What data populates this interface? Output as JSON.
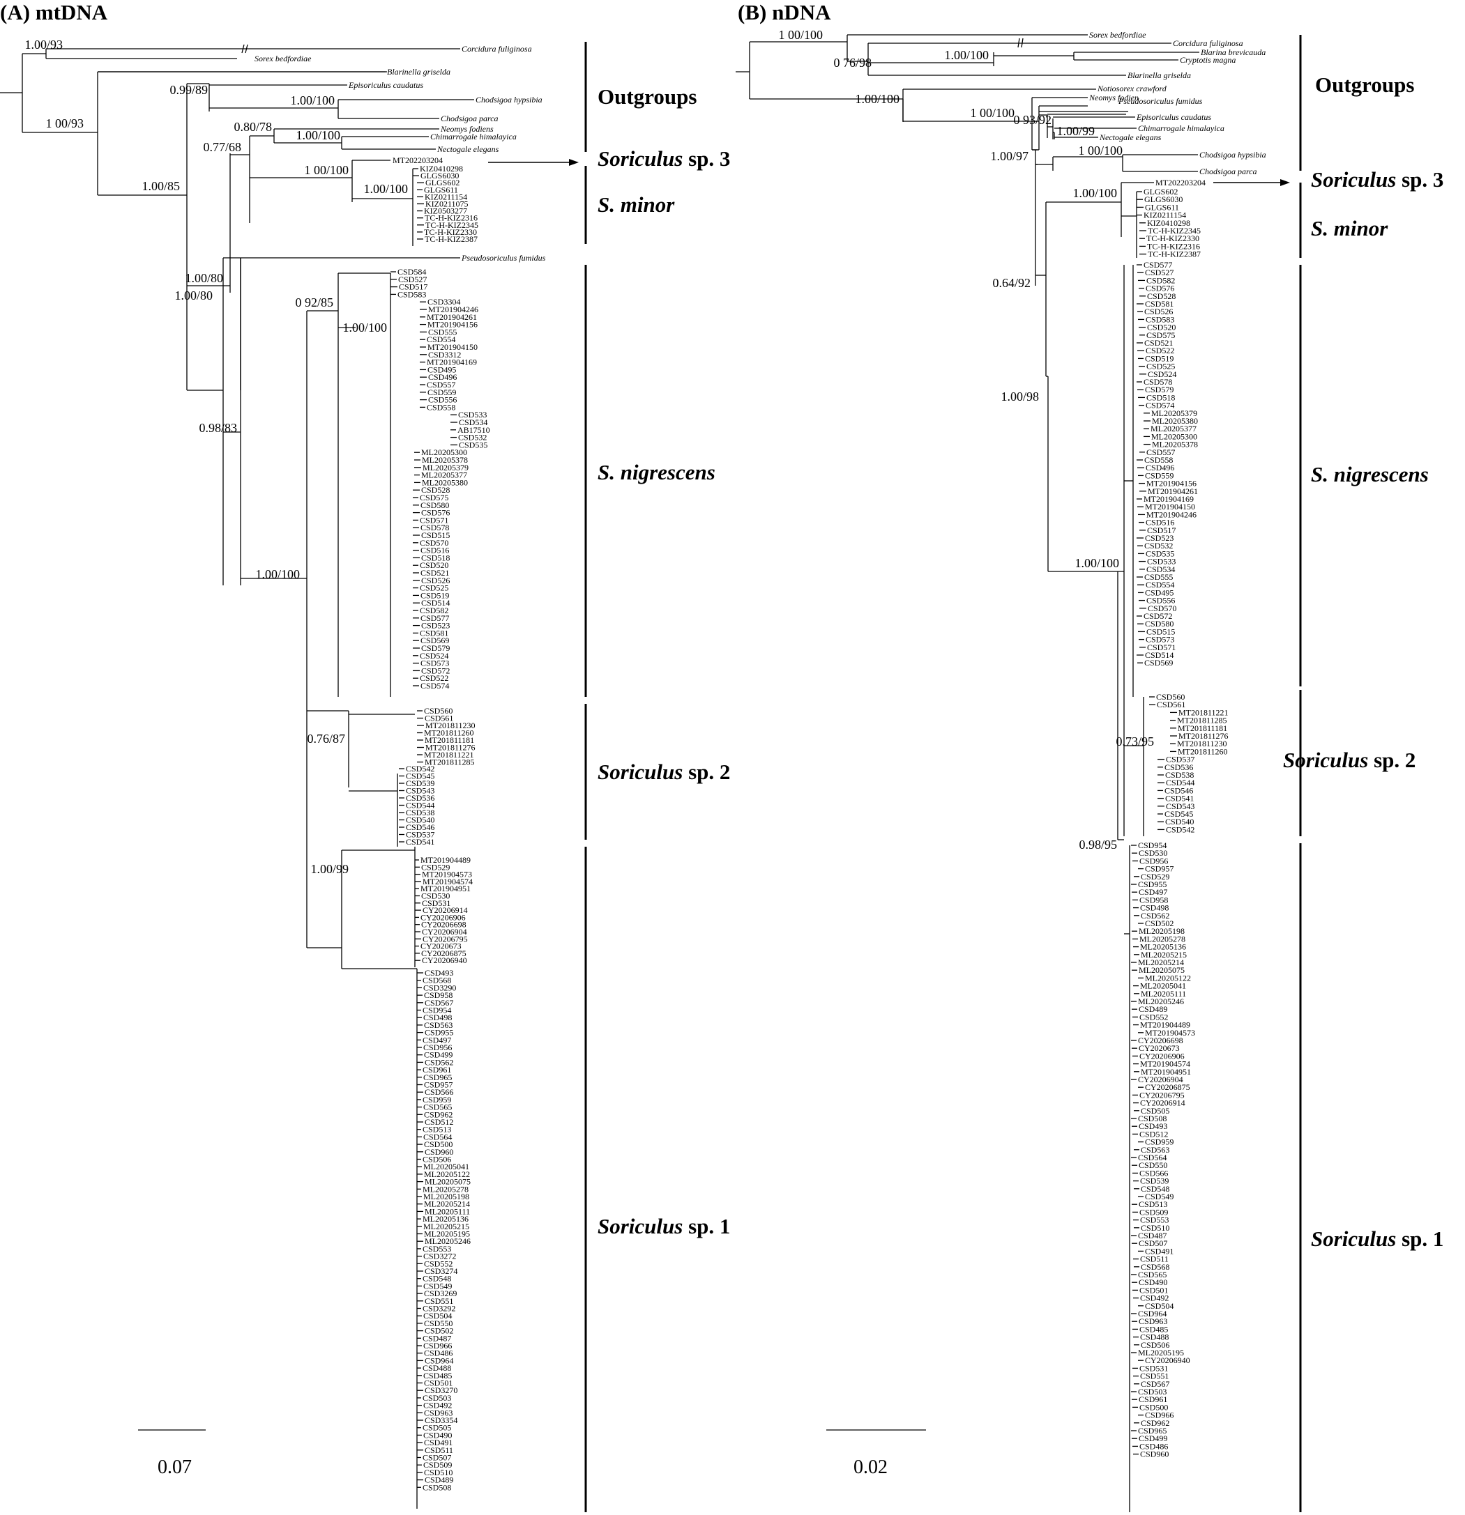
{
  "panelA": {
    "title": "(A) mtDNA",
    "scale": "0.07",
    "supports": [
      "1.00/93",
      "0.99/89",
      "1.00/100",
      "1 00/93",
      "0.80/78",
      "1.00/100",
      "0.77/68",
      "1 00/100",
      "1.00/100",
      "1.00/85",
      "1.00/80",
      "0 92/85",
      "1.00/100",
      "0.98/83",
      "1.00/100",
      "0.76/87",
      "1.00/99"
    ],
    "clades": {
      "outgroups": "Outgroups",
      "sp3_genus": "Soriculus",
      "sp3_rest": " sp. 3",
      "minor": "S. minor",
      "nigrescens": "S. nigrescens",
      "sp2_genus": "Soriculus",
      "sp2_rest": " sp. 2",
      "sp1_genus": "Soriculus",
      "sp1_rest": " sp. 1"
    },
    "outgroup_taxa": [
      "Corcidura fuliginosa",
      "Sorex bedfordiae",
      "Blarinella griselda",
      "Episoriculus caudatus",
      "Chodsigoa hypsibia",
      "Chodsigoa parca",
      "Neomys fodiens",
      "Chimarrogale himalayica",
      "Nectogale elegans",
      "Pseudosoriculus fumidus"
    ],
    "sp3_taxa": [
      "MT202203204"
    ],
    "minor_taxa": [
      "KIZ0410298",
      "GLGS6030",
      "GLGS602",
      "GLGS611",
      "KIZ0211154",
      "KIZ0211075",
      "KIZ0503277",
      "TC-H-KIZ2316",
      "TC-H-KIZ2345",
      "TC-H-KIZ2330",
      "TC-H-KIZ2387"
    ],
    "nigrescens_taxa": [
      "CSD584",
      "CSD527",
      "CSD517",
      "CSD583",
      "CSD3304",
      "MT201904246",
      "MT201904261",
      "MT201904156",
      "CSD555",
      "CSD554",
      "MT201904150",
      "CSD3312",
      "MT201904169",
      "CSD495",
      "CSD496",
      "CSD557",
      "CSD559",
      "CSD556",
      "CSD558",
      "CSD533",
      "CSD534",
      "AB17510",
      "CSD532",
      "CSD535",
      "ML20205300",
      "ML20205378",
      "ML20205379",
      "ML20205377",
      "ML20205380",
      "CSD528",
      "CSD575",
      "CSD580",
      "CSD576",
      "CSD571",
      "CSD578",
      "CSD515",
      "CSD570",
      "CSD516",
      "CSD518",
      "CSD520",
      "CSD521",
      "CSD526",
      "CSD525",
      "CSD519",
      "CSD514",
      "CSD582",
      "CSD577",
      "CSD523",
      "CSD581",
      "CSD569",
      "CSD579",
      "CSD524",
      "CSD573",
      "CSD572",
      "CSD522",
      "CSD574"
    ],
    "sp2_taxa": [
      "CSD560",
      "CSD561",
      "MT201811230",
      "MT201811260",
      "MT201811181",
      "MT201811276",
      "MT201811221",
      "MT201811285",
      "CSD542",
      "CSD545",
      "CSD539",
      "CSD543",
      "CSD536",
      "CSD544",
      "CSD538",
      "CSD540",
      "CSD546",
      "CSD537",
      "CSD541"
    ],
    "sp1_taxa": [
      "MT201904489",
      "CSD529",
      "MT201904573",
      "MT201904574",
      "MT201904951",
      "CSD530",
      "CSD531",
      "CY20206914",
      "CY20206906",
      "CY20206698",
      "CY20206904",
      "CY20206795",
      "CY2020673",
      "CY20206875",
      "CY20206940",
      "CSD493",
      "CSD568",
      "CSD3290",
      "CSD958",
      "CSD567",
      "CSD954",
      "CSD498",
      "CSD563",
      "CSD955",
      "CSD497",
      "CSD956",
      "CSD499",
      "CSD562",
      "CSD961",
      "CSD965",
      "CSD957",
      "CSD566",
      "CSD959",
      "CSD565",
      "CSD962",
      "CSD512",
      "CSD513",
      "CSD564",
      "CSD500",
      "CSD960",
      "CSD506",
      "ML20205041",
      "ML20205122",
      "ML20205075",
      "ML20205278",
      "ML20205198",
      "ML20205214",
      "ML20205111",
      "ML20205136",
      "ML20205215",
      "ML20205195",
      "ML20205246",
      "CSD553",
      "CSD3272",
      "CSD552",
      "CSD3274",
      "CSD548",
      "CSD549",
      "CSD3269",
      "CSD551",
      "CSD3292",
      "CSD504",
      "CSD550",
      "CSD502",
      "CSD487",
      "CSD966",
      "CSD486",
      "CSD964",
      "CSD488",
      "CSD485",
      "CSD501",
      "CSD3270",
      "CSD503",
      "CSD492",
      "CSD963",
      "CSD3354",
      "CSD505",
      "CSD490",
      "CSD491",
      "CSD511",
      "CSD507",
      "CSD509",
      "CSD510",
      "CSD489",
      "CSD508"
    ]
  },
  "panelB": {
    "title": "(B) nDNA",
    "scale": "0.02",
    "supports": [
      "1 00/100",
      "0 76/98",
      "1.00/100",
      "1.00/100",
      "1 00/100",
      "0 93/92",
      "1.00/99",
      "1 00/100",
      "1.00/97",
      "1.00/100",
      "0.64/92",
      "1.00/98",
      "1.00/100",
      "0.73/95",
      "0.98/95"
    ],
    "clades": {
      "outgroups": "Outgroups",
      "sp3_genus": "Soriculus",
      "sp3_rest": " sp. 3",
      "minor": "S. minor",
      "nigrescens": "S. nigrescens",
      "sp2_genus": "Soriculus",
      "sp2_rest": " sp. 2",
      "sp1_genus": "Soriculus",
      "sp1_rest": " sp. 1"
    },
    "outgroup_taxa": [
      "Sorex bedfordiae",
      "Corcidura fuliginosa",
      "Blarina brevicauda",
      "Cryptotis magna",
      "Blarinella griselda",
      "Notiosorex crawford",
      "Neomys fodien",
      "Pseudosoriculus fumidus",
      "Episoriculus caudatus",
      "Chimarrogale himalayica",
      "Nectogale elegans",
      "Chodsigoa hypsibia",
      "Chodsigoa parca"
    ],
    "sp3_taxa": [
      "MT202203204"
    ],
    "minor_taxa": [
      "GLGS602",
      "GLGS6030",
      "GLGS611",
      "KIZ0211154",
      "KIZ0410298",
      "TC-H-KIZ2345",
      "TC-H-KIZ2330",
      "TC-H-KIZ2316",
      "TC-H-KIZ2387"
    ],
    "nigrescens_taxa": [
      "CSD577",
      "CSD527",
      "CSD582",
      "CSD576",
      "CSD528",
      "CSD581",
      "CSD526",
      "CSD583",
      "CSD520",
      "CSD575",
      "CSD521",
      "CSD522",
      "CSD519",
      "CSD525",
      "CSD524",
      "CSD578",
      "CSD579",
      "CSD518",
      "CSD574",
      "ML20205379",
      "ML20205380",
      "ML20205377",
      "ML20205300",
      "ML20205378",
      "CSD557",
      "CSD558",
      "CSD496",
      "CSD559",
      "MT201904156",
      "MT201904261",
      "MT201904169",
      "MT201904150",
      "MT201904246",
      "CSD516",
      "CSD517",
      "CSD523",
      "CSD532",
      "CSD535",
      "CSD533",
      "CSD534",
      "CSD555",
      "CSD554",
      "CSD495",
      "CSD556",
      "CSD570",
      "CSD572",
      "CSD580",
      "CSD515",
      "CSD573",
      "CSD571",
      "CSD514",
      "CSD569"
    ],
    "sp2_taxa": [
      "CSD560",
      "CSD561",
      "MT201811221",
      "MT201811285",
      "MT201811181",
      "MT201811276",
      "MT201811230",
      "MT201811260",
      "CSD537",
      "CSD536",
      "CSD538",
      "CSD544",
      "CSD546",
      "CSD541",
      "CSD543",
      "CSD545",
      "CSD540",
      "CSD542"
    ],
    "sp1_taxa": [
      "CSD954",
      "CSD530",
      "CSD956",
      "CSD957",
      "CSD529",
      "CSD955",
      "CSD497",
      "CSD958",
      "CSD498",
      "CSD562",
      "CSD502",
      "ML20205198",
      "ML20205278",
      "ML20205136",
      "ML20205215",
      "ML20205214",
      "ML20205075",
      "ML20205122",
      "ML20205041",
      "ML20205111",
      "ML20205246",
      "CSD489",
      "CSD552",
      "MT201904489",
      "MT201904573",
      "CY20206698",
      "CY2020673",
      "CY20206906",
      "MT201904574",
      "MT201904951",
      "CY20206904",
      "CY20206875",
      "CY20206795",
      "CY20206914",
      "CSD505",
      "CSD508",
      "CSD493",
      "CSD512",
      "CSD959",
      "CSD563",
      "CSD564",
      "CSD550",
      "CSD566",
      "CSD539",
      "CSD548",
      "CSD549",
      "CSD513",
      "CSD509",
      "CSD553",
      "CSD510",
      "CSD487",
      "CSD507",
      "CSD491",
      "CSD511",
      "CSD568",
      "CSD565",
      "CSD490",
      "CSD501",
      "CSD492",
      "CSD504",
      "CSD964",
      "CSD963",
      "CSD485",
      "CSD488",
      "CSD506",
      "ML20205195",
      "CY20206940",
      "CSD531",
      "CSD551",
      "CSD567",
      "CSD503",
      "CSD961",
      "CSD500",
      "CSD966",
      "CSD962",
      "CSD965",
      "CSD499",
      "CSD486",
      "CSD960"
    ]
  }
}
